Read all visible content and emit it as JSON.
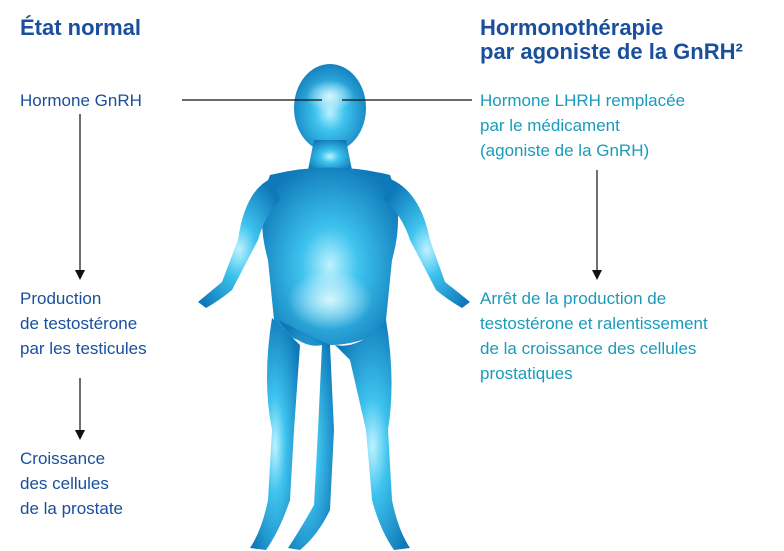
{
  "left": {
    "heading": "État normal",
    "step1": "Hormone GnRH",
    "step2": [
      "Production",
      "de testostérone",
      "par les testicules"
    ],
    "step3": [
      "Croissance",
      "des cellules",
      "de la prostate"
    ]
  },
  "right": {
    "heading": [
      "Hormonothérapie",
      "par agoniste de la GnRH²"
    ],
    "step1": [
      "Hormone LHRH remplacée",
      "par le médicament",
      "(agoniste de la GnRH)"
    ],
    "step2": [
      "Arrêt de la production de",
      "testostérone et ralentissement",
      "de la croissance des cellules",
      "prostatiques"
    ]
  },
  "colors": {
    "dark_blue": "#1a4f9c",
    "teal": "#1a9bbb",
    "body": "#22a6d9"
  }
}
